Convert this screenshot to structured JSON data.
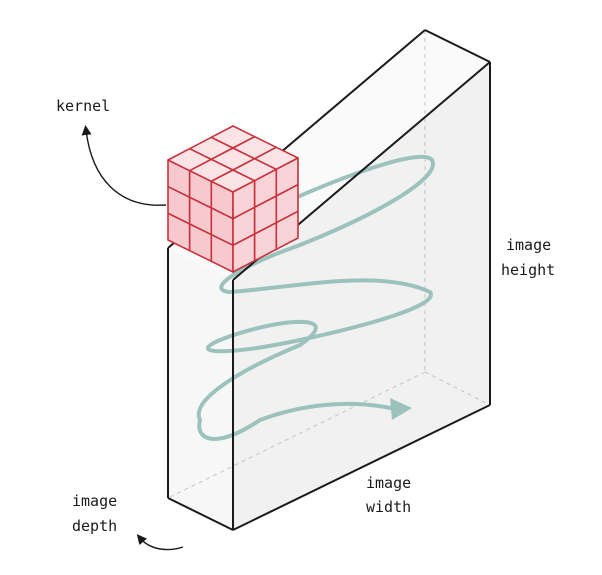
{
  "labels": {
    "kernel": "kernel",
    "image_height_line1": "image",
    "image_height_line2": "height",
    "image_width_line1": "image",
    "image_width_line2": "width",
    "image_depth_line1": "image",
    "image_depth_line2": "depth"
  },
  "kernel_grid": {
    "rows": 3,
    "cols": 3,
    "layers": 3
  },
  "colors": {
    "outline": "#1a1a1a",
    "hidden_edge": "#c8c8c8",
    "slab_face": "#f3f3f3",
    "slab_side": "#f7f7f7",
    "kernel_stroke": "#c8323c",
    "kernel_front": "#f6c9cf",
    "kernel_top": "#fbe3e6",
    "kernel_side": "#f8d3d8",
    "spiral": "#9cc2bd"
  }
}
